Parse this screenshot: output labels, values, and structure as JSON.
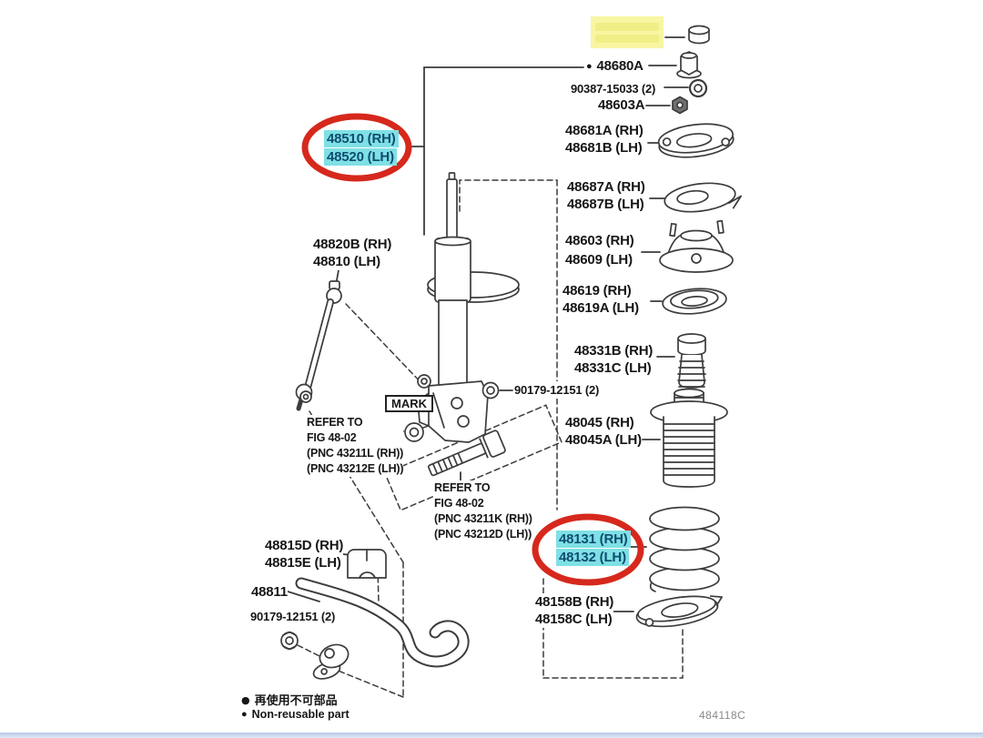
{
  "figure_code": "484118C",
  "colors": {
    "highlight_cyan": "#7fe0e5",
    "highlight_yellow": "#f8f6a3",
    "circle_red": "#d6281c",
    "line_art": "#3c3c3c",
    "cyan_text": "#0f4d70"
  },
  "legend": {
    "bullet": "●",
    "jp": "再使用不可部品",
    "en": "Non-reusable part"
  },
  "highlights": {
    "yellow_note": {
      "lines": 2
    }
  },
  "parts": {
    "shock_absorber": {
      "lines": [
        "48510 (RH)",
        "48520 (LH)"
      ],
      "highlight": "cyan",
      "circled": true
    },
    "support_nut": {
      "bullet": "●",
      "label": "48680A"
    },
    "washer_collar": {
      "label": "90387-15033 (2)"
    },
    "small_nut": {
      "label": "48603A"
    },
    "seat_upper": {
      "lines": [
        "48681A (RH)",
        "48681B (LH)"
      ]
    },
    "gasket": {
      "lines": [
        "48687A (RH)",
        "48687B (LH)"
      ]
    },
    "suspension_support": {
      "lines": [
        "48603 (RH)",
        "48609 (LH)"
      ]
    },
    "bearing": {
      "lines": [
        "48619 (RH)",
        "48619A (LH)"
      ]
    },
    "spring_bumper": {
      "lines": [
        "48331B (RH)",
        "48331C (LH)"
      ]
    },
    "dust_boot": {
      "lines": [
        "48045 (RH)",
        "48045A (LH)"
      ]
    },
    "coil_spring": {
      "lines": [
        "48131 (RH)",
        "48132 (LH)"
      ],
      "highlight": "cyan",
      "circled": true
    },
    "insulator_lower": {
      "lines": [
        "48158B (RH)",
        "48158C (LH)"
      ]
    },
    "stabilizer_link": {
      "lines": [
        "48820B (RH)",
        "48810 (LH)"
      ]
    },
    "stabilizer_bush": {
      "lines": [
        "48815D (RH)",
        "48815E (LH)"
      ]
    },
    "stabilizer_bar": {
      "label": "48811"
    },
    "bracket_nut": {
      "label": "90179-12151 (2)"
    },
    "stabilizer_bolt_nut": {
      "label": "90179-12151 (2)"
    },
    "mark_tag": {
      "label": "MARK"
    },
    "refer_note_1": {
      "lines": [
        "REFER TO",
        "FIG 48-02",
        "(PNC 43211L (RH))",
        "(PNC 43212E (LH))"
      ]
    },
    "refer_note_2": {
      "lines": [
        "REFER TO",
        "FIG 48-02",
        "(PNC 43211K (RH))",
        "(PNC 43212D (LH))"
      ]
    }
  }
}
